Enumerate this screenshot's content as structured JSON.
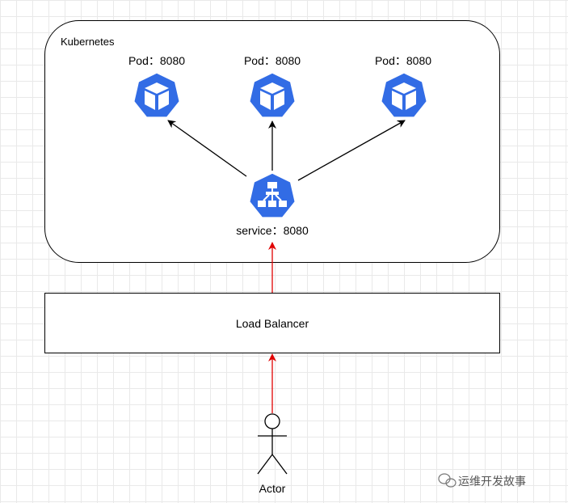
{
  "cluster": {
    "label": "Kubernetes"
  },
  "pods": [
    {
      "label": "Pod：8080"
    },
    {
      "label": "Pod：8080"
    },
    {
      "label": "Pod：8080"
    }
  ],
  "service": {
    "label": "service：8080"
  },
  "load_balancer": {
    "label": "Load Balancer"
  },
  "actor": {
    "label": "Actor"
  },
  "watermark": {
    "text": "运维开发故事"
  },
  "colors": {
    "k8s_blue": "#326ce5",
    "request_arrow": "#e00000",
    "internal_arrow": "#000000"
  },
  "icons": {
    "pod": "kubernetes-pod-icon",
    "service": "kubernetes-service-icon",
    "actor": "stick-figure-actor",
    "watermark": "wechat-icon"
  }
}
